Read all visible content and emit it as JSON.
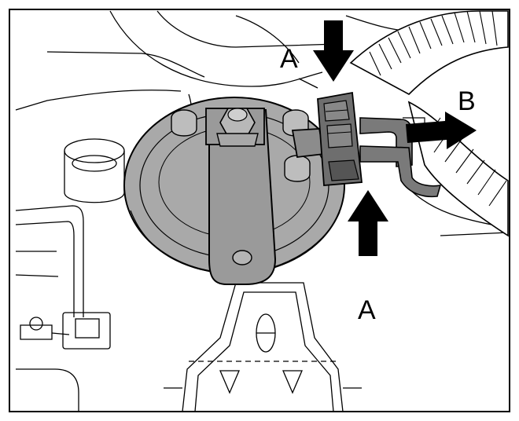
{
  "diagram": {
    "labels": {
      "a_top": "A",
      "b": "B",
      "a_bottom": "A"
    },
    "colors": {
      "line": "#000000",
      "background": "#ffffff",
      "horn_body": "#a9a9a9",
      "horn_dark": "#8c8c8c",
      "bracket": "#9a9a9a",
      "connector": "#6e6e6e",
      "wire": "#7a7a7a"
    },
    "parts": [
      "horn-icon",
      "mounting-bracket-icon",
      "bolt-icon",
      "electrical-connector-icon",
      "wiring-harness-icon",
      "arrow-icon"
    ]
  }
}
